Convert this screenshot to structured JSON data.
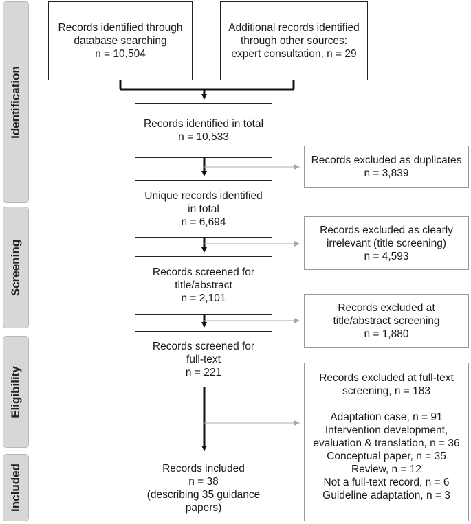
{
  "phases": [
    {
      "key": "identification",
      "label": "Identification"
    },
    {
      "key": "screening",
      "label": "Screening"
    },
    {
      "key": "eligibility",
      "label": "Eligibility"
    },
    {
      "key": "included",
      "label": "Included"
    }
  ],
  "boxes": {
    "database": {
      "lines": [
        "Records identified through",
        "database searching",
        "n = 10,504"
      ]
    },
    "additional": {
      "lines": [
        "Additional records identified",
        "through other sources:",
        "expert consultation, n = 29"
      ]
    },
    "total": {
      "lines": [
        "Records identified in total",
        "n = 10,533"
      ]
    },
    "unique": {
      "lines": [
        "Unique records identified",
        "in total",
        "n = 6,694"
      ]
    },
    "title_abstract": {
      "lines": [
        "Records screened for",
        "title/abstract",
        "n = 2,101"
      ]
    },
    "fulltext": {
      "lines": [
        "Records screened for",
        "full-text",
        "n = 221"
      ]
    },
    "included": {
      "lines": [
        "Records included",
        "n = 38",
        "(describing 35 guidance",
        "papers)"
      ]
    },
    "excl_duplicates": {
      "lines": [
        "Records excluded as duplicates",
        "n = 3,839"
      ]
    },
    "excl_irrelevant": {
      "lines": [
        "Records excluded as clearly",
        "irrelevant (title screening)",
        "n = 4,593"
      ]
    },
    "excl_title_abstract": {
      "lines": [
        "Records excluded at",
        "title/abstract screening",
        "n = 1,880"
      ]
    },
    "excl_fulltext": {
      "header": [
        "Records excluded at full-text",
        "screening, n = 183"
      ],
      "reasons": [
        "Adaptation case, n = 91",
        "Intervention development,",
        "evaluation & translation, n = 36",
        "Conceptual paper, n = 35",
        "Review, n = 12",
        "Not a full-text record, n = 6",
        "Guideline adaptation, n = 3"
      ]
    }
  }
}
